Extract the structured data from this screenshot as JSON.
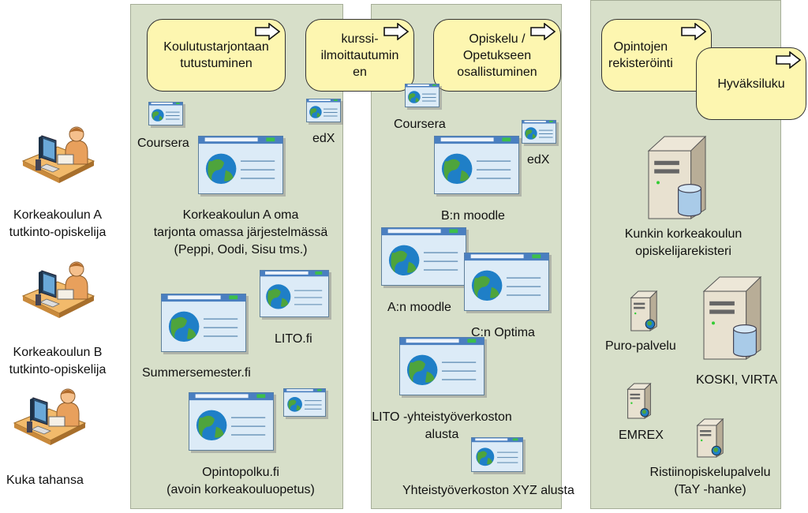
{
  "users": [
    {
      "label": "Korkeakoulun A\ntutkinto-opiskelija"
    },
    {
      "label": "Korkeakoulun B\ntutkinto-opiskelija"
    },
    {
      "label": "Kuka tahansa"
    }
  ],
  "stages": [
    {
      "label": "Koulutustarjontaan\ntutustuminen"
    },
    {
      "label": "kurssi-\nilmoittautumin\nen"
    },
    {
      "label": "Opiskelu /\nOpetukseen\nosallistuminen"
    },
    {
      "label": "Opintojen\nrekisteröinti"
    },
    {
      "label": "Hyväksiluku"
    }
  ],
  "column1": {
    "coursera": "Coursera",
    "edx": "edX",
    "own_offering": "Korkeakoulun A oma\ntarjonta omassa järjestelmässä\n(Peppi, Oodi, Sisu tms.)",
    "lito": "LITO.fi",
    "summersemester": "Summersemester.fi",
    "opintopolku": "Opintopolku.fi\n(avoin korkeakouluopetus)"
  },
  "column2": {
    "coursera": "Coursera",
    "edx": "edX",
    "b_moodle": "B:n moodle",
    "a_moodle": "A:n moodle",
    "c_optima": "C:n Optima",
    "lito_platform": "LITO -yhteistyöverkoston\nalusta",
    "xyz_platform": "Yhteistyöverkoston XYZ alusta"
  },
  "column3": {
    "registry": "Kunkin korkeakoulun\nopiskelijarekisteri",
    "puro": "Puro-palvelu",
    "koski_virta": "KOSKI, VIRTA",
    "emrex": "EMREX",
    "ristiin": "Ristiinopiskelupalvelu\n(TaY -hanke)"
  },
  "colors": {
    "column_bg": "#d7dfc9",
    "process_bg": "#fdf6b0",
    "window_title": "#4a7fc0"
  },
  "icons": [
    "person-at-computer-icon",
    "web-browser-window-icon",
    "database-server-icon",
    "arrow-right-icon"
  ]
}
